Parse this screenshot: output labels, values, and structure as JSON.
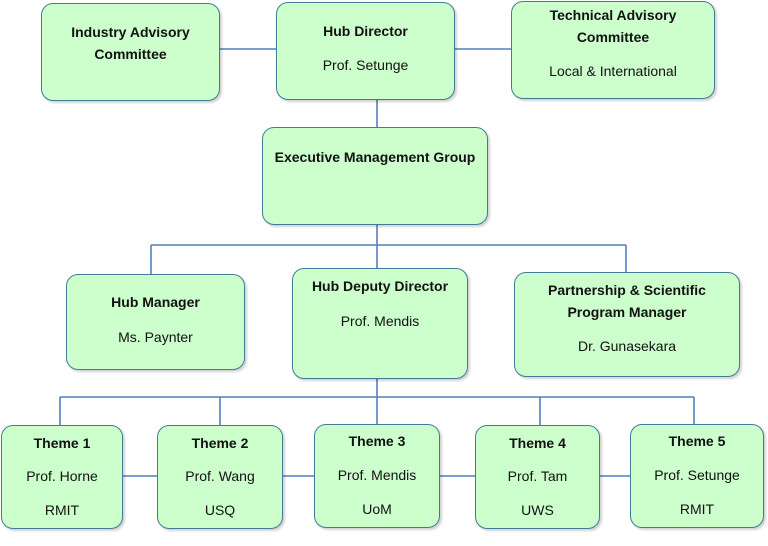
{
  "industry": {
    "title_line1": "Industry Advisory",
    "title_line2": "Committee"
  },
  "director": {
    "title": "Hub Director",
    "name": "Prof. Setunge"
  },
  "technical": {
    "title_line1": "Technical Advisory",
    "title_line2": "Committee",
    "subtitle": "Local & International"
  },
  "executive": {
    "title": "Executive Management Group"
  },
  "hub_manager": {
    "title": "Hub Manager",
    "name": "Ms. Paynter"
  },
  "deputy": {
    "title": "Hub Deputy Director",
    "name": "Prof. Mendis"
  },
  "partnership": {
    "title_line1": "Partnership & Scientific",
    "title_line2": "Program Manager",
    "name": "Dr. Gunasekara"
  },
  "themes": [
    {
      "title": "Theme 1",
      "name": "Prof. Horne",
      "org": "RMIT"
    },
    {
      "title": "Theme 2",
      "name": "Prof. Wang",
      "org": "USQ"
    },
    {
      "title": "Theme 3",
      "name": "Prof. Mendis",
      "org": "UoM"
    },
    {
      "title": "Theme 4",
      "name": "Prof. Tam",
      "org": "UWS"
    },
    {
      "title": "Theme 5",
      "name": "Prof. Setunge",
      "org": "RMIT"
    }
  ],
  "colors": {
    "box_fill": "#ccffcc",
    "border": "#3f7d96",
    "connector": "#4f81bd"
  }
}
